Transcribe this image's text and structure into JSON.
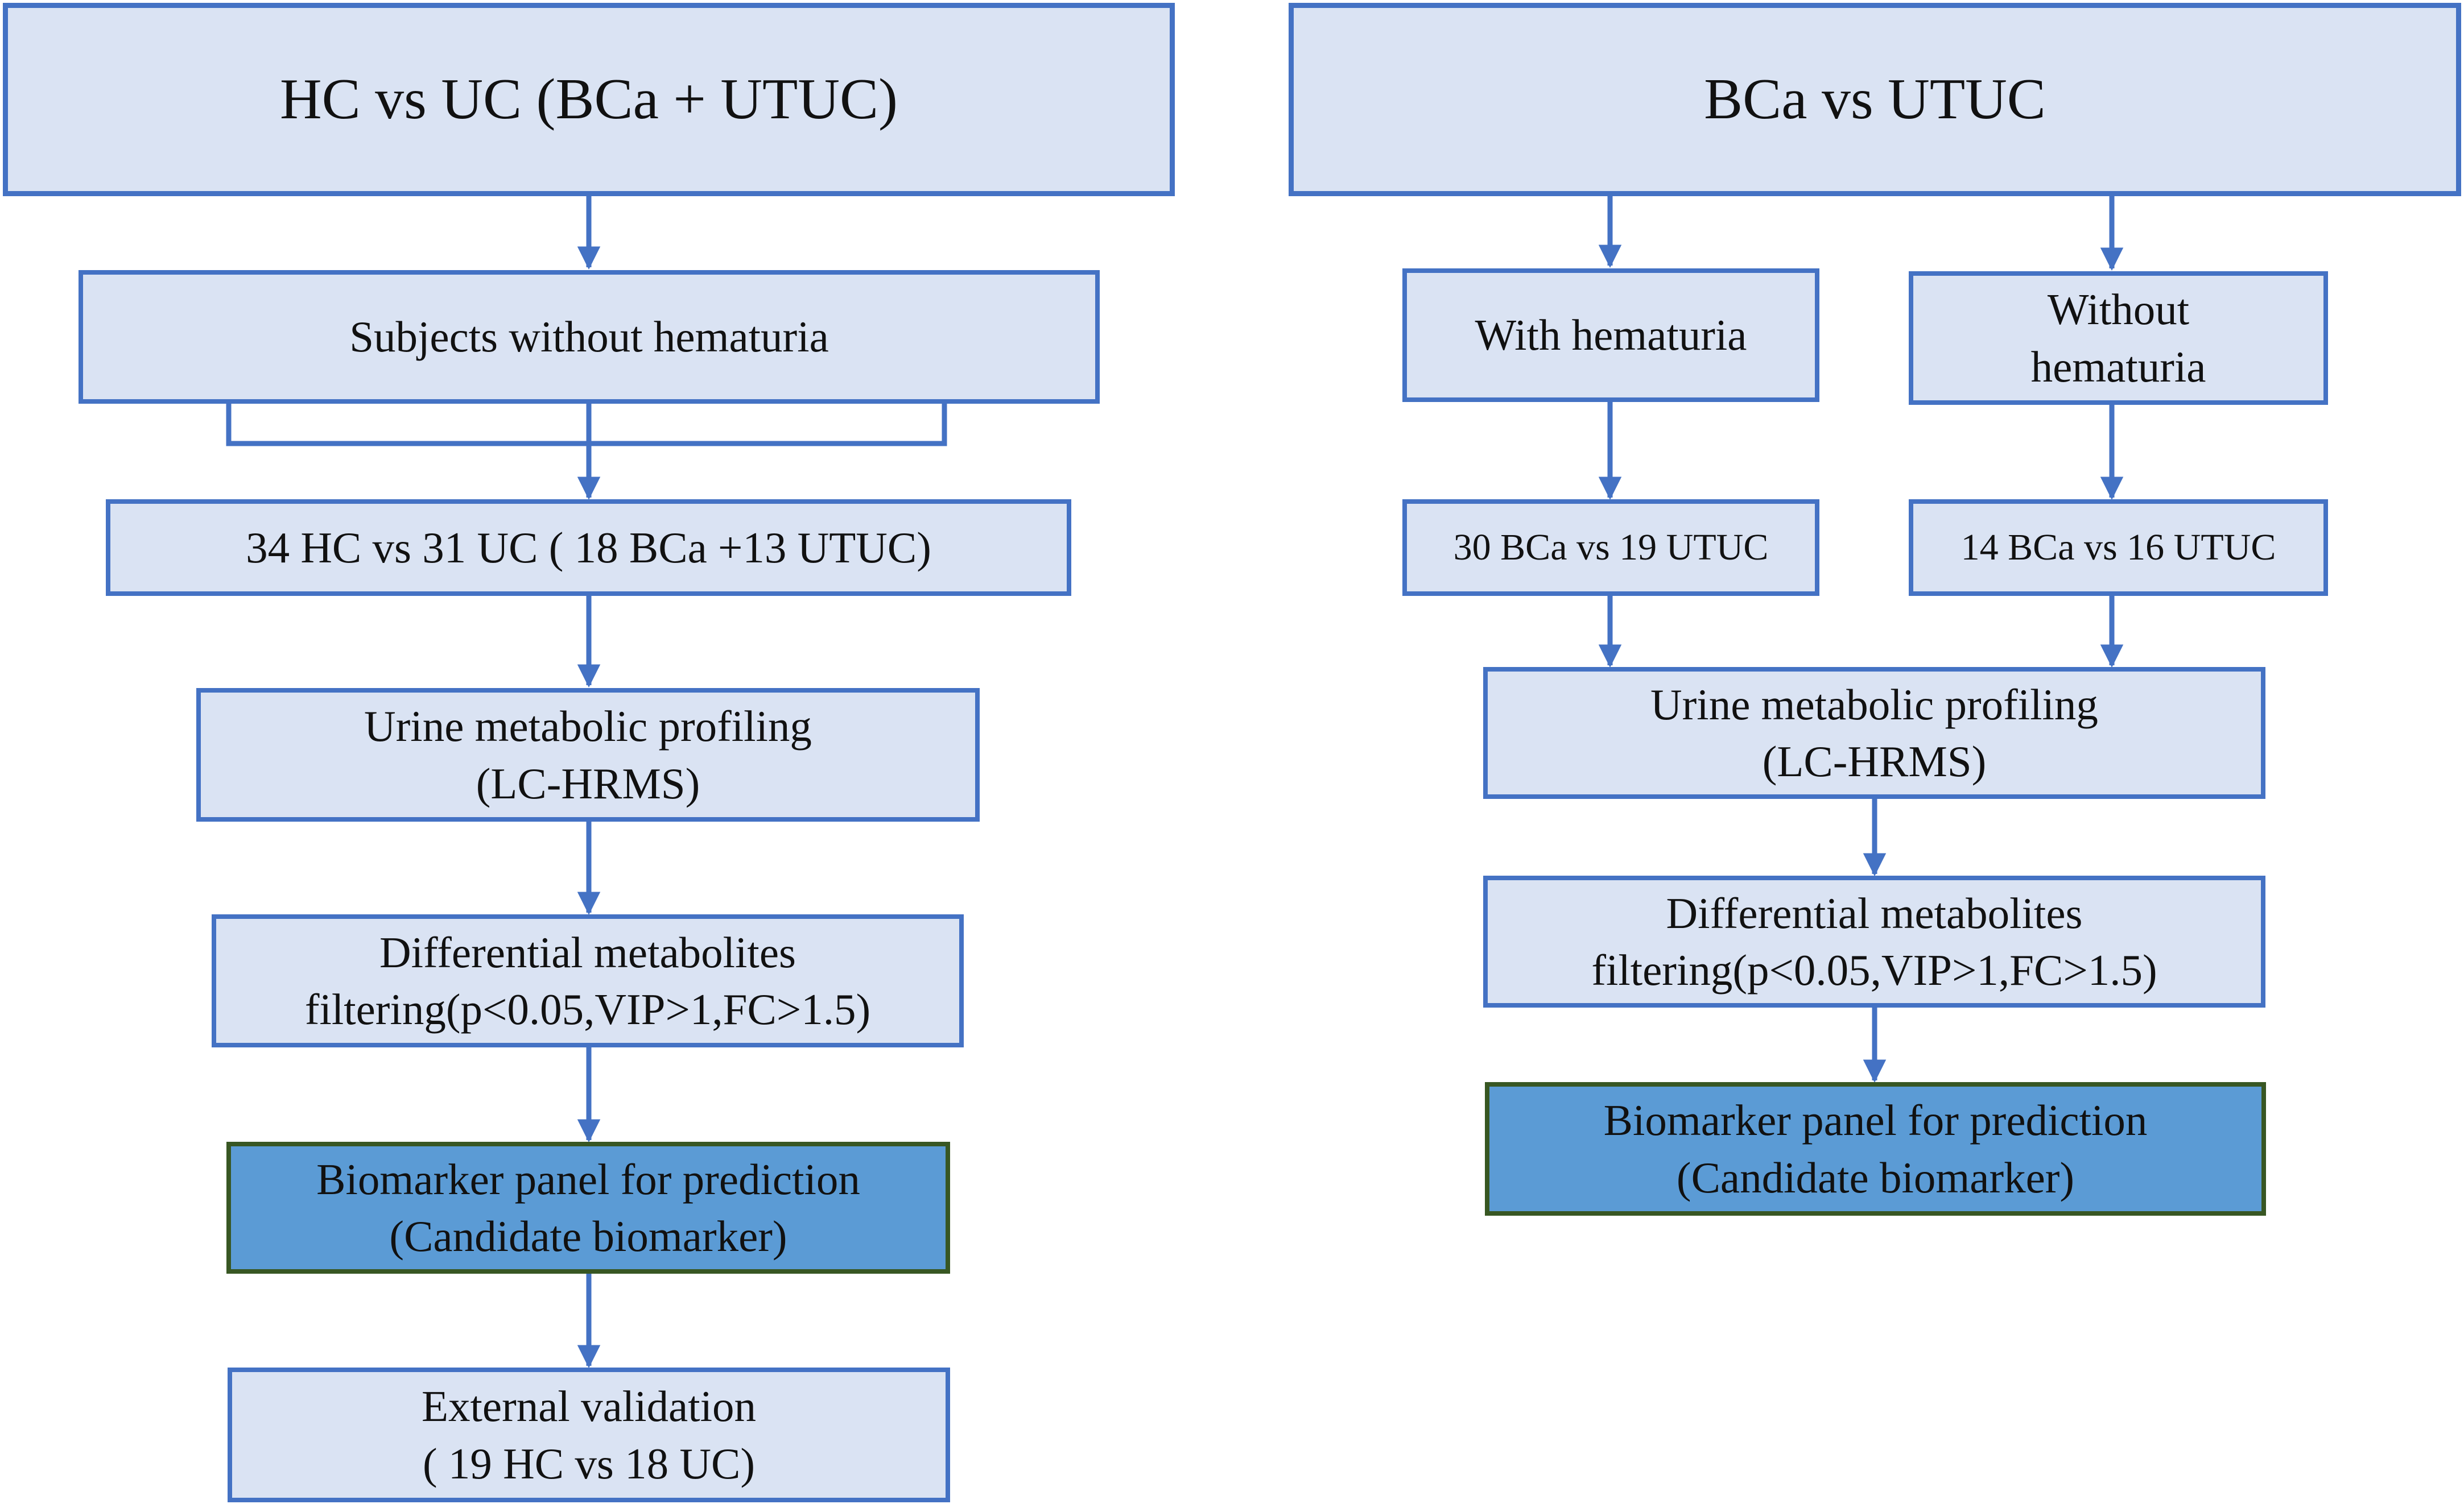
{
  "colors": {
    "box_fill": "#dae3f3",
    "box_border": "#4472c4",
    "biomarker_fill": "#5b9bd5",
    "biomarker_border": "#385723",
    "arrow": "#4472c4"
  },
  "left": {
    "header": "HC vs UC (BCa + UTUC)",
    "subjects": "Subjects without hematuria",
    "cohort": "34 HC vs 31 UC ( 18 BCa +13 UTUC)",
    "profiling": [
      "Urine metabolic profiling",
      "(LC-HRMS)"
    ],
    "filtering": [
      "Differential metabolites",
      "filtering(p<0.05,VIP>1,FC>1.5)"
    ],
    "biomarker": [
      "Biomarker panel for prediction",
      "(Candidate biomarker)"
    ],
    "validation": [
      "External validation",
      "( 19 HC vs 18 UC)"
    ]
  },
  "right": {
    "header": "BCa vs UTUC",
    "with_hematuria": "With hematuria",
    "without_hematuria": [
      "Without",
      "hematuria"
    ],
    "with_cohort": "30 BCa vs 19 UTUC",
    "without_cohort": "14 BCa vs 16 UTUC",
    "profiling": [
      "Urine metabolic profiling",
      "(LC-HRMS)"
    ],
    "filtering": [
      "Differential metabolites",
      "filtering(p<0.05,VIP>1,FC>1.5)"
    ],
    "biomarker": [
      "Biomarker panel for prediction",
      "(Candidate biomarker)"
    ]
  }
}
